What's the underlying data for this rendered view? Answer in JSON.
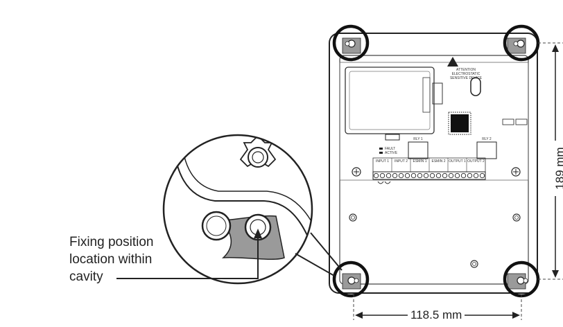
{
  "callout": {
    "line1": "Fixing position",
    "line2": "location within",
    "line3": "cavity"
  },
  "dimensions": {
    "width": "118.5 mm",
    "height": "189 mm"
  },
  "board": {
    "warning_line1": "ATTENTION",
    "warning_line2": "ELECTROSTATIC",
    "warning_line3": "SENSITIVE DEVICE",
    "relay1": "RLY 1",
    "relay2": "RLY 2",
    "led_fault": "FAULT",
    "led_active": "ACTIVE",
    "terminal_groups": [
      "INPUT 1",
      "INPUT 2",
      "ESMIN 1",
      "ESMIN 2",
      "OUTPUT 1",
      "OUTPUT 2"
    ]
  },
  "colors": {
    "line": "#222222",
    "highlight_fill": "#9a9a9a",
    "circle_stroke": "#111111"
  }
}
